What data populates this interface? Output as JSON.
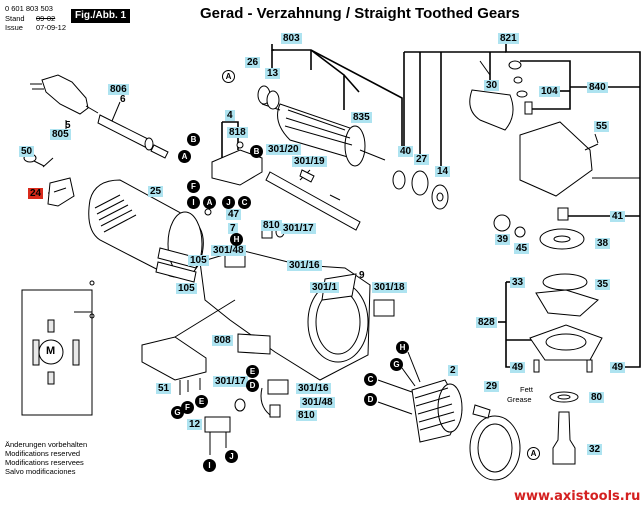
{
  "header": {
    "part_number": "0 601 803 503",
    "stand_label": "Stand",
    "stand_value_struck": "09-02",
    "issue_label": "Issue",
    "issue_value": "07-09-12",
    "fig_badge": "Fig./Abb. 1",
    "title": "Gerad - Verzahnung / Straight Toothed Gears"
  },
  "labels": [
    {
      "id": "803",
      "text": "803"
    },
    {
      "id": "26",
      "text": "26"
    },
    {
      "id": "13",
      "text": "13"
    },
    {
      "id": "835",
      "text": "835"
    },
    {
      "id": "821",
      "text": "821"
    },
    {
      "id": "30",
      "text": "30"
    },
    {
      "id": "104",
      "text": "104"
    },
    {
      "id": "840",
      "text": "840"
    },
    {
      "id": "55",
      "text": "55"
    },
    {
      "id": "806",
      "text": "806"
    },
    {
      "id": "6",
      "text": "6"
    },
    {
      "id": "5",
      "text": "5"
    },
    {
      "id": "805",
      "text": "805"
    },
    {
      "id": "50",
      "text": "50"
    },
    {
      "id": "24",
      "text": "24",
      "highlight": true
    },
    {
      "id": "25",
      "text": "25"
    },
    {
      "id": "4",
      "text": "4"
    },
    {
      "id": "818",
      "text": "818"
    },
    {
      "id": "301-20",
      "text": "301/20"
    },
    {
      "id": "301-19",
      "text": "301/19"
    },
    {
      "id": "40",
      "text": "40"
    },
    {
      "id": "27",
      "text": "27"
    },
    {
      "id": "14",
      "text": "14"
    },
    {
      "id": "41",
      "text": "41"
    },
    {
      "id": "39",
      "text": "39"
    },
    {
      "id": "45",
      "text": "45"
    },
    {
      "id": "38",
      "text": "38"
    },
    {
      "id": "47",
      "text": "47"
    },
    {
      "id": "7",
      "text": "7"
    },
    {
      "id": "810a",
      "text": "810"
    },
    {
      "id": "301-17a",
      "text": "301/17"
    },
    {
      "id": "301-48a",
      "text": "301/48"
    },
    {
      "id": "301-16a",
      "text": "301/16"
    },
    {
      "id": "105a",
      "text": "105"
    },
    {
      "id": "105b",
      "text": "105"
    },
    {
      "id": "9",
      "text": "9"
    },
    {
      "id": "301-1",
      "text": "301/1"
    },
    {
      "id": "301-18",
      "text": "301/18"
    },
    {
      "id": "33",
      "text": "33"
    },
    {
      "id": "35",
      "text": "35"
    },
    {
      "id": "828",
      "text": "828"
    },
    {
      "id": "49a",
      "text": "49"
    },
    {
      "id": "49b",
      "text": "49"
    },
    {
      "id": "808",
      "text": "808"
    },
    {
      "id": "2",
      "text": "2"
    },
    {
      "id": "29",
      "text": "29"
    },
    {
      "id": "80",
      "text": "80"
    },
    {
      "id": "32",
      "text": "32"
    },
    {
      "id": "51",
      "text": "51"
    },
    {
      "id": "301-17b",
      "text": "301/17"
    },
    {
      "id": "301-16b",
      "text": "301/16"
    },
    {
      "id": "301-48b",
      "text": "301/48"
    },
    {
      "id": "810b",
      "text": "810"
    },
    {
      "id": "12",
      "text": "12"
    }
  ],
  "connectors": [
    "A",
    "B",
    "C",
    "D",
    "E",
    "F",
    "G",
    "H",
    "I",
    "J"
  ],
  "grease_note": {
    "de": "Fett",
    "en": "Grease"
  },
  "motor_symbol": "M",
  "modifications": [
    "Änderungen vorbehalten",
    "Modifications reserved",
    "Modifications reservees",
    "Salvo modificaciones"
  ],
  "website": "www.axistools.ru",
  "colors": {
    "label_bg": "#aee3f0",
    "highlight_label_bg": "#d92b1c",
    "website": "#d42020"
  }
}
